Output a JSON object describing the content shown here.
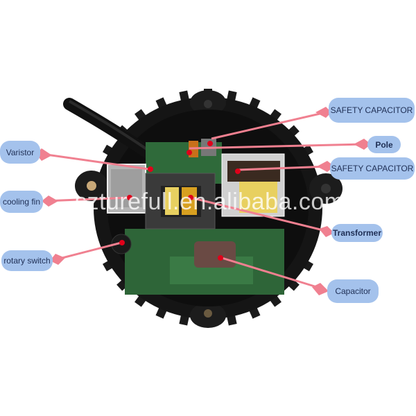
{
  "diagram": {
    "title": "",
    "watermark": "szturefull.en.alibaba.com",
    "colors": {
      "label_fill": "#a4c2ec",
      "label_text": "#1f2f55",
      "arrow": "#f08090",
      "marker": "#e0001a",
      "housing": "#151515",
      "pcb": "#2f6a3a"
    },
    "labels": {
      "safety_capacitor_1": "SAFETY CAPACITOR",
      "pole": "Pole",
      "safety_capacitor_2": "SAFETY CAPACITOR",
      "transformer": "Transformer",
      "capacitor": "Capacitor",
      "varistor": "Varistor",
      "cooling_fin": "cooling fin",
      "rotary_switch": "rotary switch"
    }
  }
}
